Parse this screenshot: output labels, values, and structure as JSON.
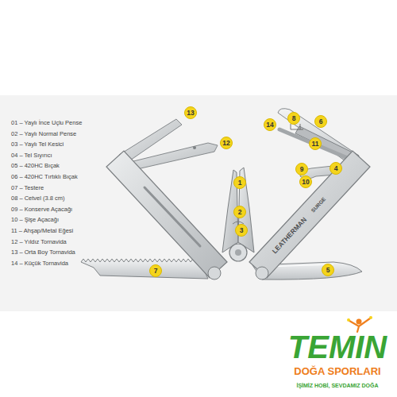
{
  "diagram": {
    "nodes": [
      {
        "text": [
          "13"
        ]
      },
      {
        "text": [
          "14"
        ]
      },
      {
        "text": [
          "8"
        ]
      },
      {
        "text": [
          "6"
        ]
      },
      {
        "text": [
          "12"
        ]
      },
      {
        "text": [
          "11"
        ]
      },
      {
        "text": [
          "9"
        ]
      },
      {
        "text": [
          "4"
        ]
      },
      {
        "text": [
          "10"
        ]
      },
      {
        "text": [
          "1"
        ]
      },
      {
        "text": [
          "2"
        ]
      },
      {
        "text": [
          "3"
        ]
      },
      {
        "text": [
          "7"
        ]
      },
      {
        "text": [
          "5"
        ]
      }
    ],
    "labels": [
      "01 – Yaylı İnce Uçlu Pense",
      "02 – Yaylı Normal Pense",
      "03 – Yaylı Tel Kesici",
      "04 – Tel Sıyırıcı",
      "05 – 420HC Bıçak",
      "06 – 420HC Tırtıklı Bıçak",
      "07 – Testere",
      "08 – Cetvel (3.8 cm)",
      "09 – Konserve Açacağı",
      "10 – Şişe Açacağı",
      "11 – Ahşap/Metal Eğesi",
      "12 – Yıldız Tornavida",
      "13 – Orta Boy Tornavida",
      "14 – Küçük Tornavida",
      "LEATHERMAN",
      "SURGE",
      "TEMIN",
      "DOĞA SPORLARI",
      "İŞİMİZ HOBİ, SEVDAMIZ DOĞA"
    ]
  }
}
